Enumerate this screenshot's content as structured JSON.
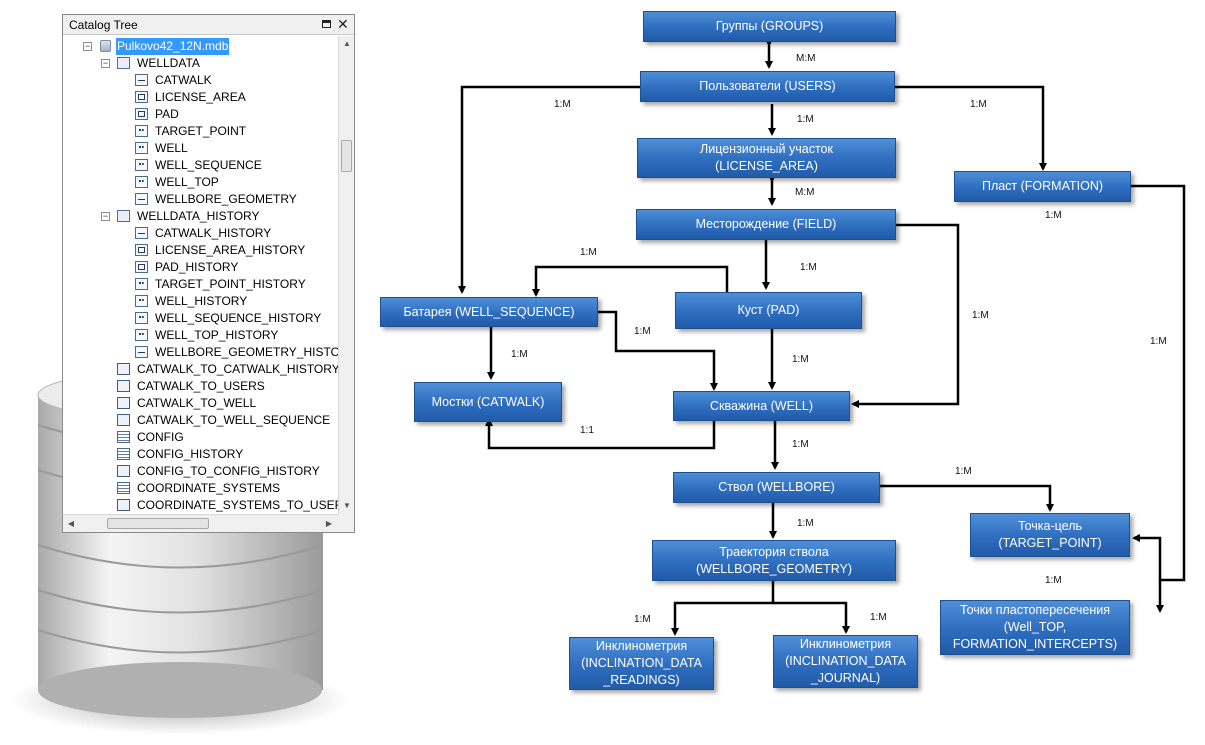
{
  "catalog": {
    "title": "Catalog Tree",
    "items": [
      {
        "label": "Pulkovo42_12N.mdb",
        "icon": "database-icon",
        "selected": true,
        "expander": "⊟"
      },
      {
        "label": "WELLDATA",
        "icon": "feature-dataset-icon",
        "expander": "⊟"
      },
      {
        "label": "CATWALK",
        "icon": "line-feature-class-icon"
      },
      {
        "label": "LICENSE_AREA",
        "icon": "polygon-feature-class-icon"
      },
      {
        "label": "PAD",
        "icon": "polygon-feature-class-icon"
      },
      {
        "label": "TARGET_POINT",
        "icon": "point-feature-class-icon"
      },
      {
        "label": "WELL",
        "icon": "point-feature-class-icon"
      },
      {
        "label": "WELL_SEQUENCE",
        "icon": "point-feature-class-icon"
      },
      {
        "label": "WELL_TOP",
        "icon": "point-feature-class-icon"
      },
      {
        "label": "WELLBORE_GEOMETRY",
        "icon": "line-feature-class-icon"
      },
      {
        "label": "WELLDATA_HISTORY",
        "icon": "feature-dataset-icon",
        "expander": "⊟"
      },
      {
        "label": "CATWALK_HISTORY",
        "icon": "line-feature-class-icon"
      },
      {
        "label": "LICENSE_AREA_HISTORY",
        "icon": "polygon-feature-class-icon"
      },
      {
        "label": "PAD_HISTORY",
        "icon": "polygon-feature-class-icon"
      },
      {
        "label": "TARGET_POINT_HISTORY",
        "icon": "point-feature-class-icon"
      },
      {
        "label": "WELL_HISTORY",
        "icon": "point-feature-class-icon"
      },
      {
        "label": "WELL_SEQUENCE_HISTORY",
        "icon": "point-feature-class-icon"
      },
      {
        "label": "WELL_TOP_HISTORY",
        "icon": "point-feature-class-icon"
      },
      {
        "label": "WELLBORE_GEOMETRY_HISTORY",
        "icon": "line-feature-class-icon"
      },
      {
        "label": "CATWALK_TO_CATWALK_HISTORY",
        "icon": "relationship-class-icon"
      },
      {
        "label": "CATWALK_TO_USERS",
        "icon": "relationship-class-icon"
      },
      {
        "label": "CATWALK_TO_WELL",
        "icon": "relationship-class-icon"
      },
      {
        "label": "CATWALK_TO_WELL_SEQUENCE",
        "icon": "relationship-class-icon"
      },
      {
        "label": "CONFIG",
        "icon": "table-icon"
      },
      {
        "label": "CONFIG_HISTORY",
        "icon": "table-icon"
      },
      {
        "label": "CONFIG_TO_CONFIG_HISTORY",
        "icon": "relationship-class-icon"
      },
      {
        "label": "COORDINATE_SYSTEMS",
        "icon": "table-icon"
      },
      {
        "label": "COORDINATE_SYSTEMS_TO_USERS",
        "icon": "relationship-class-icon"
      }
    ]
  },
  "diagram": {
    "entities": {
      "groups": "Группы (GROUPS)",
      "users": "Пользователи (USERS)",
      "license_area": "Лицензионный участок\n(LICENSE_AREA)",
      "field": "Месторождение (FIELD)",
      "formation": "Пласт (FORMATION)",
      "well_sequence": "Батарея (WELL_SEQUENCE)",
      "pad": "Куст (PAD)",
      "catwalk": "Мостки (CATWALK)",
      "well": "Скважина (WELL)",
      "wellbore": "Ствол (WELLBORE)",
      "target_point": "Точка-цель\n(TARGET_POINT)",
      "wellbore_geometry": "Траектория ствола\n(WELLBORE_GEOMETRY)",
      "well_top": "Точки пластопересечения\n(Well_TOP,\nFORMATION_INTERCEPTS)",
      "incl_readings": "Инклинометрия\n(INCLINATION_DATA\n_READINGS)",
      "incl_journal": "Инклинометрия\n(INCLINATION_DATA\n_JOURNAL)"
    },
    "relations": {
      "groups_users": "M:M",
      "users_wellseq": "1:M",
      "users_formation": "1:M",
      "users_license": "1:M",
      "license_field": "M:M",
      "formation_down": "1:M",
      "field_wellseq": "1:M",
      "field_pad": "1:M",
      "field_well": "1:M",
      "wellseq_well": "1:M",
      "wellseq_catwalk": "1:M",
      "pad_well": "1:M",
      "well_catwalk": "1:1",
      "formation_welltop": "1:M",
      "well_wellbore": "1:M",
      "wellbore_target": "1:M",
      "wellbore_geometry": "1:M",
      "target_welltop": "1:M",
      "geometry_readings": "1:M",
      "geometry_journal": "1:M"
    }
  }
}
